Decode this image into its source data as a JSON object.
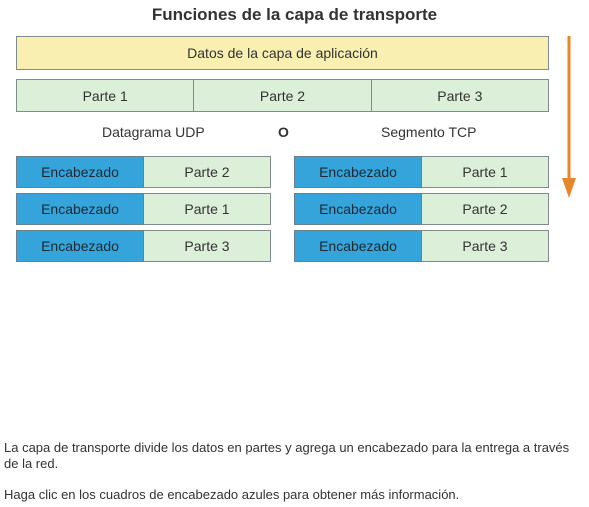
{
  "title": "Funciones de la capa de transporte",
  "app_data": "Datos de la capa de aplicación",
  "parts": [
    "Parte 1",
    "Parte 2",
    "Parte 3"
  ],
  "udp_label": "Datagrama UDP",
  "conjunction": "O",
  "tcp_label": "Segmento TCP",
  "header_label": "Encabezado",
  "udp_segments": [
    "Parte 2",
    "Parte 1",
    "Parte 3"
  ],
  "tcp_segments": [
    "Parte 1",
    "Parte 2",
    "Parte 3"
  ],
  "description": "La capa de transporte divide los datos en partes y agrega un encabezado para la entrega a través de la red.",
  "instruction": "Haga clic en los cuadros de encabezado azules para obtener más información.",
  "colors": {
    "app_fill": "#f8efb0",
    "part_fill": "#dcefd9",
    "header_fill": "#35a4db",
    "arrow": "#e8862a"
  }
}
